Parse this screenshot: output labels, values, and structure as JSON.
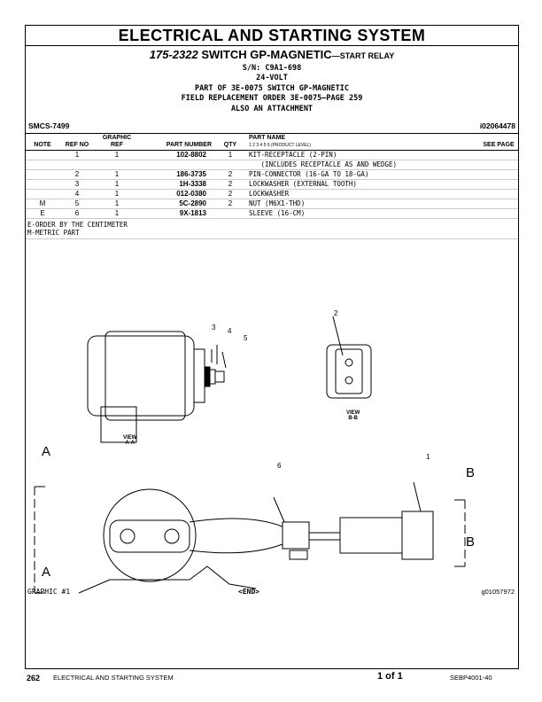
{
  "title": "ELECTRICAL AND STARTING SYSTEM",
  "header": {
    "part_no": "175-2322",
    "part_name": "SWITCH GP-MAGNETIC",
    "subname": "—START RELAY",
    "sn": "S/N: C9A1-698",
    "voltage": "24-VOLT",
    "part_of": "PART OF 3E-0075 SWITCH GP-MAGNETIC",
    "fro": "FIELD REPLACEMENT ORDER 3E-0075—PAGE 259",
    "also": "ALSO AN ATTACHMENT"
  },
  "smcs": "SMCS-7499",
  "ident": "i02064478",
  "columns": {
    "note": "NOTE",
    "ref": "REF NO",
    "graphic": "GRAPHIC REF",
    "part_number": "PART NUMBER",
    "qty": "QTY",
    "part_name": "PART NAME",
    "product_level": "1  2  3  4  5  6  (PRODUCT LEVEL)",
    "see_page": "SEE PAGE"
  },
  "rows": [
    {
      "note": "",
      "ref": "1",
      "graphic": "1",
      "pn": "102-8802",
      "qty": "1",
      "name": "KIT-RECEPTACLE (2-PIN)"
    },
    {
      "note": "",
      "ref": "",
      "graphic": "",
      "pn": "",
      "qty": "",
      "name": "   (INCLUDES RECEPTACLE AS AND WEDGE)"
    },
    {
      "note": "",
      "ref": "2",
      "graphic": "1",
      "pn": "186-3735",
      "qty": "2",
      "name": "PIN-CONNECTOR (16-GA TO 18-GA)"
    },
    {
      "note": "",
      "ref": "3",
      "graphic": "1",
      "pn": "1H-3338",
      "qty": "2",
      "name": "LOCKWASHER (EXTERNAL TOOTH)"
    },
    {
      "note": "",
      "ref": "4",
      "graphic": "1",
      "pn": "012-0380",
      "qty": "2",
      "name": "LOCKWASHER"
    },
    {
      "note": "M",
      "ref": "5",
      "graphic": "1",
      "pn": "5C-2890",
      "qty": "2",
      "name": "NUT (M6X1-THD)"
    },
    {
      "note": "E",
      "ref": "6",
      "graphic": "1",
      "pn": "9X-1813",
      "qty": "",
      "name": "SLEEVE (16-CM)"
    }
  ],
  "notes": [
    "E-ORDER BY THE CENTIMETER",
    "M-METRIC PART"
  ],
  "graphic": {
    "callouts": [
      "1",
      "2",
      "3",
      "4",
      "5",
      "6"
    ],
    "view_aa": [
      "VIEW",
      "A-A"
    ],
    "view_bb": [
      "VIEW",
      "B-B"
    ],
    "section_a": "A",
    "section_b": "B",
    "graphic_label": "GRAPHIC #1",
    "end": "<END>",
    "graphic_id": "g01057972"
  },
  "footer": {
    "page": "262",
    "section": "ELECTRICAL AND STARTING SYSTEM",
    "pages": "1 of 1",
    "doc": "SEBP4001-40"
  }
}
